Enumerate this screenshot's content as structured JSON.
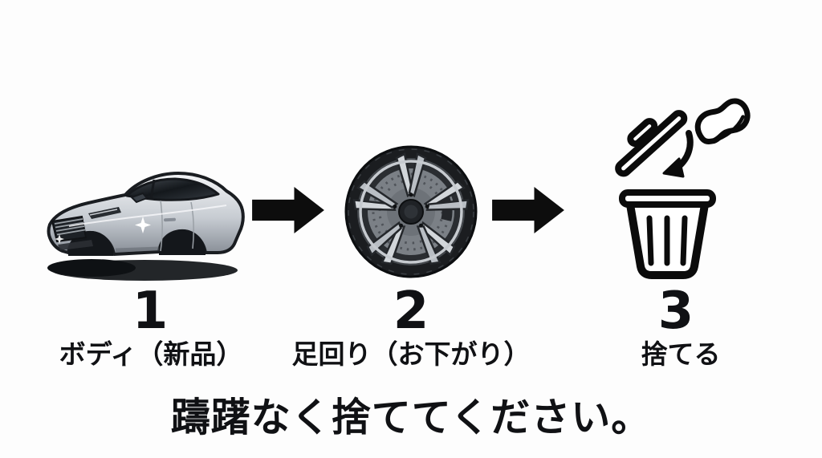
{
  "diagram": {
    "steps": [
      {
        "number": "1",
        "label": "ボディ（新品）",
        "illustration": "silver-sedan-car-body"
      },
      {
        "number": "2",
        "label": "足回り（お下がり）",
        "illustration": "alloy-wheel-with-tire"
      },
      {
        "number": "3",
        "label": "捨てる",
        "illustration": "trash-can-with-part-thrown-in"
      }
    ],
    "connector_icon": "right-arrow",
    "caption": "躊躇なく捨ててください。"
  },
  "colors": {
    "background": "#fdfdfd",
    "ink": "#101114",
    "arrow_black": "#0d0d0d",
    "car_silver": "#cfd3d8",
    "tire_black": "#1b1d20",
    "line_art_black": "#0b0b0b"
  }
}
